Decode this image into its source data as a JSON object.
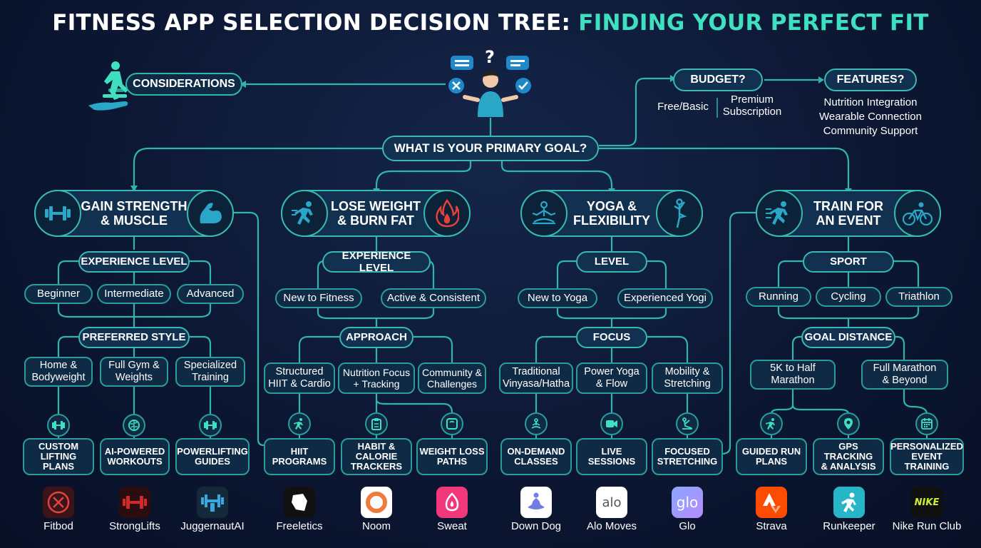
{
  "title": {
    "part1": "FITNESS APP SELECTION DECISION TREE: ",
    "part2": "FINDING YOUR PERFECT FIT"
  },
  "root": {
    "question": "WHAT IS YOUR PRIMARY GOAL?",
    "considerations": "CONSIDERATIONS"
  },
  "budget": {
    "label": "BUDGET?",
    "free": "Free/Basic",
    "premium": "Premium\nSubscription"
  },
  "features": {
    "label": "FEATURES?",
    "items": [
      "Nutrition Integration",
      "Wearable Connection",
      "Community Support"
    ]
  },
  "strength": {
    "title": "GAIN STRENGTH\n& MUSCLE",
    "q1": "EXPERIENCE LEVEL",
    "o1": [
      "Beginner",
      "Intermediate",
      "Advanced"
    ],
    "q2": "PREFERRED STYLE",
    "o2": [
      "Home &\nBodyweight",
      "Full Gym &\nWeights",
      "Specialized\nTraining"
    ],
    "products": [
      "CUSTOM\nLIFTING\nPLANS",
      "AI-POWERED\nWORKOUTS",
      "POWERLIFTING\nGUIDES"
    ],
    "apps": [
      "Fitbod",
      "StrongLifts",
      "JuggernautAI"
    ]
  },
  "weight": {
    "title": "LOSE WEIGHT\n& BURN FAT",
    "q1": "EXPERIENCE LEVEL",
    "o1": [
      "New to Fitness",
      "Active & Consistent"
    ],
    "q2": "APPROACH",
    "o2": [
      "Structured\nHIIT & Cardio",
      "Nutrition Focus\n+ Tracking",
      "Community &\nChallenges"
    ],
    "products": [
      "HIIT\nPROGRAMS",
      "HABIT &\nCALORIE\nTRACKERS",
      "WEIGHT LOSS\nPATHS"
    ],
    "apps": [
      "Freeletics",
      "Noom",
      "Sweat"
    ]
  },
  "yoga": {
    "title": "YOGA &\nFLEXIBILITY",
    "q1": "LEVEL",
    "o1": [
      "New to Yoga",
      "Experienced Yogi"
    ],
    "q2": "FOCUS",
    "o2": [
      "Traditional\nVinyasa/Hatha",
      "Power Yoga\n& Flow",
      "Mobility &\nStretching"
    ],
    "products": [
      "ON-DEMAND\nCLASSES",
      "LIVE\nSESSIONS",
      "FOCUSED\nSTRETCHING"
    ],
    "apps": [
      "Down Dog",
      "Alo Moves",
      "Glo"
    ],
    "logo_text": {
      "alo": "alo",
      "glo": "glo"
    }
  },
  "event": {
    "title": "TRAIN FOR\nAN EVENT",
    "q1": "SPORT",
    "o1": [
      "Running",
      "Cycling",
      "Triathlon"
    ],
    "q2": "GOAL DISTANCE",
    "o2": [
      "5K to Half\nMarathon",
      "Full Marathon\n& Beyond"
    ],
    "products": [
      "GUIDED RUN\nPLANS",
      "GPS TRACKING\n& ANALYSIS",
      "PERSONALIZED\nEVENT\nTRAINING"
    ],
    "apps": [
      "Strava",
      "Runkeeper",
      "Nike Run Club"
    ],
    "logo_text": {
      "nike": "NIKE"
    }
  },
  "colors": {
    "accent": "#3ee0c0",
    "line": "#2fb5ad",
    "box_fill": "#0f2a45",
    "background": "#0c1733"
  }
}
